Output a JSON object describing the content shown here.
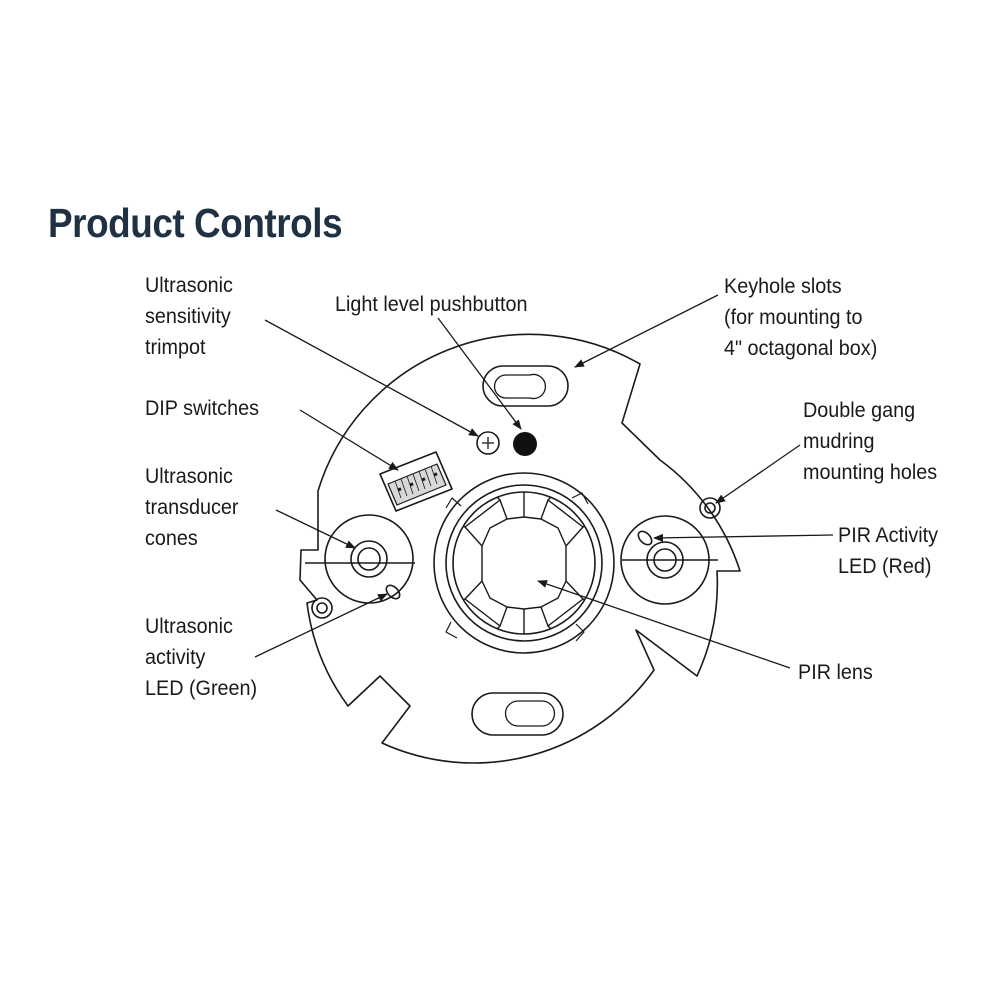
{
  "title": "Product Controls",
  "labels": {
    "ultrasonic_trimpot": [
      "Ultrasonic",
      "sensitivity",
      "trimpot"
    ],
    "light_level_pushbutton": [
      "Light level pushbutton"
    ],
    "keyhole_slots": [
      "Keyhole slots",
      "(for mounting to",
      "4\" octagonal box)"
    ],
    "dip_switches": [
      "DIP switches"
    ],
    "double_gang": [
      "Double gang",
      "mudring",
      "mounting holes"
    ],
    "transducer_cones": [
      "Ultrasonic",
      "transducer",
      "cones"
    ],
    "pir_activity_led": [
      "PIR Activity",
      "LED (Red)"
    ],
    "pir_lens": [
      "PIR lens"
    ],
    "ultrasonic_activity_led": [
      "Ultrasonic",
      "activity",
      "LED (Green)"
    ]
  }
}
